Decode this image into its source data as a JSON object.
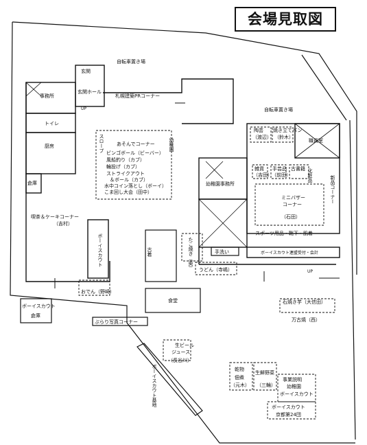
{
  "title": "会場見取図",
  "labels": {
    "bicycle_north": "自転車置き場",
    "bicycle_east": "自転車置き場",
    "entrance": "玄関",
    "entrance_hall": "玄関ホール",
    "office": "事務所",
    "toilet": "トイレ",
    "kitchen": "厨房",
    "storage_small": "倉庫",
    "pr_corner": "札幌建築PRコーナー",
    "play_corner": "あそんでコーナー",
    "play_items": [
      "ビンゴボール（ビーバー）",
      "風船釣り（カブ）",
      "輪投げ（カブ）",
      "ストライクアウト",
      "＆ボール（カブ）",
      "水中コイン落とし（ボーイ）",
      "こま回し大会（田中）"
    ],
    "tea_corner": "喫茶＆ケーキコーナー",
    "tea_corner_person": "（吉村）",
    "kindergarten_top": "幼稚園",
    "kindergarten_office": "幼稚園事務所",
    "boy_scout_side": "ボーイスカウト",
    "oden": "おでん（野崎）",
    "boyscout_storage_1": "ボーイスカウト",
    "boyscout_storage_2": "倉庫",
    "dining": "食堂",
    "photo_corner": "ぶらり写真コーナー",
    "sale_1": "古着",
    "udon": "うどん（寺嶋）",
    "hand_wash": "手洗い",
    "takoyaki": "たこ焼き（奥）",
    "mini_bazaar_1": "ミニバザー",
    "mini_bazaar_2": "コーナー",
    "mini_bazaar_person": "（石田）",
    "pottery": "陶芸",
    "pottery_person": "（渡辺）",
    "bread": "焼き立てパン",
    "bread_person": "（鈴木）",
    "staff_room": "職員室",
    "misc": "雑貨",
    "misc_person": "（吉田）",
    "handmade": "手芸品",
    "handmade_person": "（前田）",
    "books": "古書籍",
    "cosmetics": "化粧品",
    "sports": "スポーツ用品・靴下・肌着",
    "reception": "ボーイスカウト連盟受付・会計",
    "new_goods": "新品コーナー",
    "beer_1": "生ビール",
    "beer_2": "ジュース",
    "beer_person": "（長谷川）",
    "dried_1": "乾物",
    "dried_2": "佃煮",
    "dried_person": "（元木）",
    "fresh_1": "生鮮野菜",
    "fresh_person": "（三輪）",
    "stone_1": "石焼き芋（大信田）",
    "stone_2": "万古焼（西）",
    "hq_1": "事業説明",
    "hq_2": "幼稚園",
    "hq_3": "ボーイスカウト",
    "hq_4": "ボーイスカウト",
    "hq_5": "京都第24団",
    "up": "UP",
    "up2": "UP",
    "slope": "スロープ",
    "boyscout_path": "ボーイスカウト基地"
  },
  "colors": {
    "line": "#111111",
    "background": "#ffffff"
  }
}
